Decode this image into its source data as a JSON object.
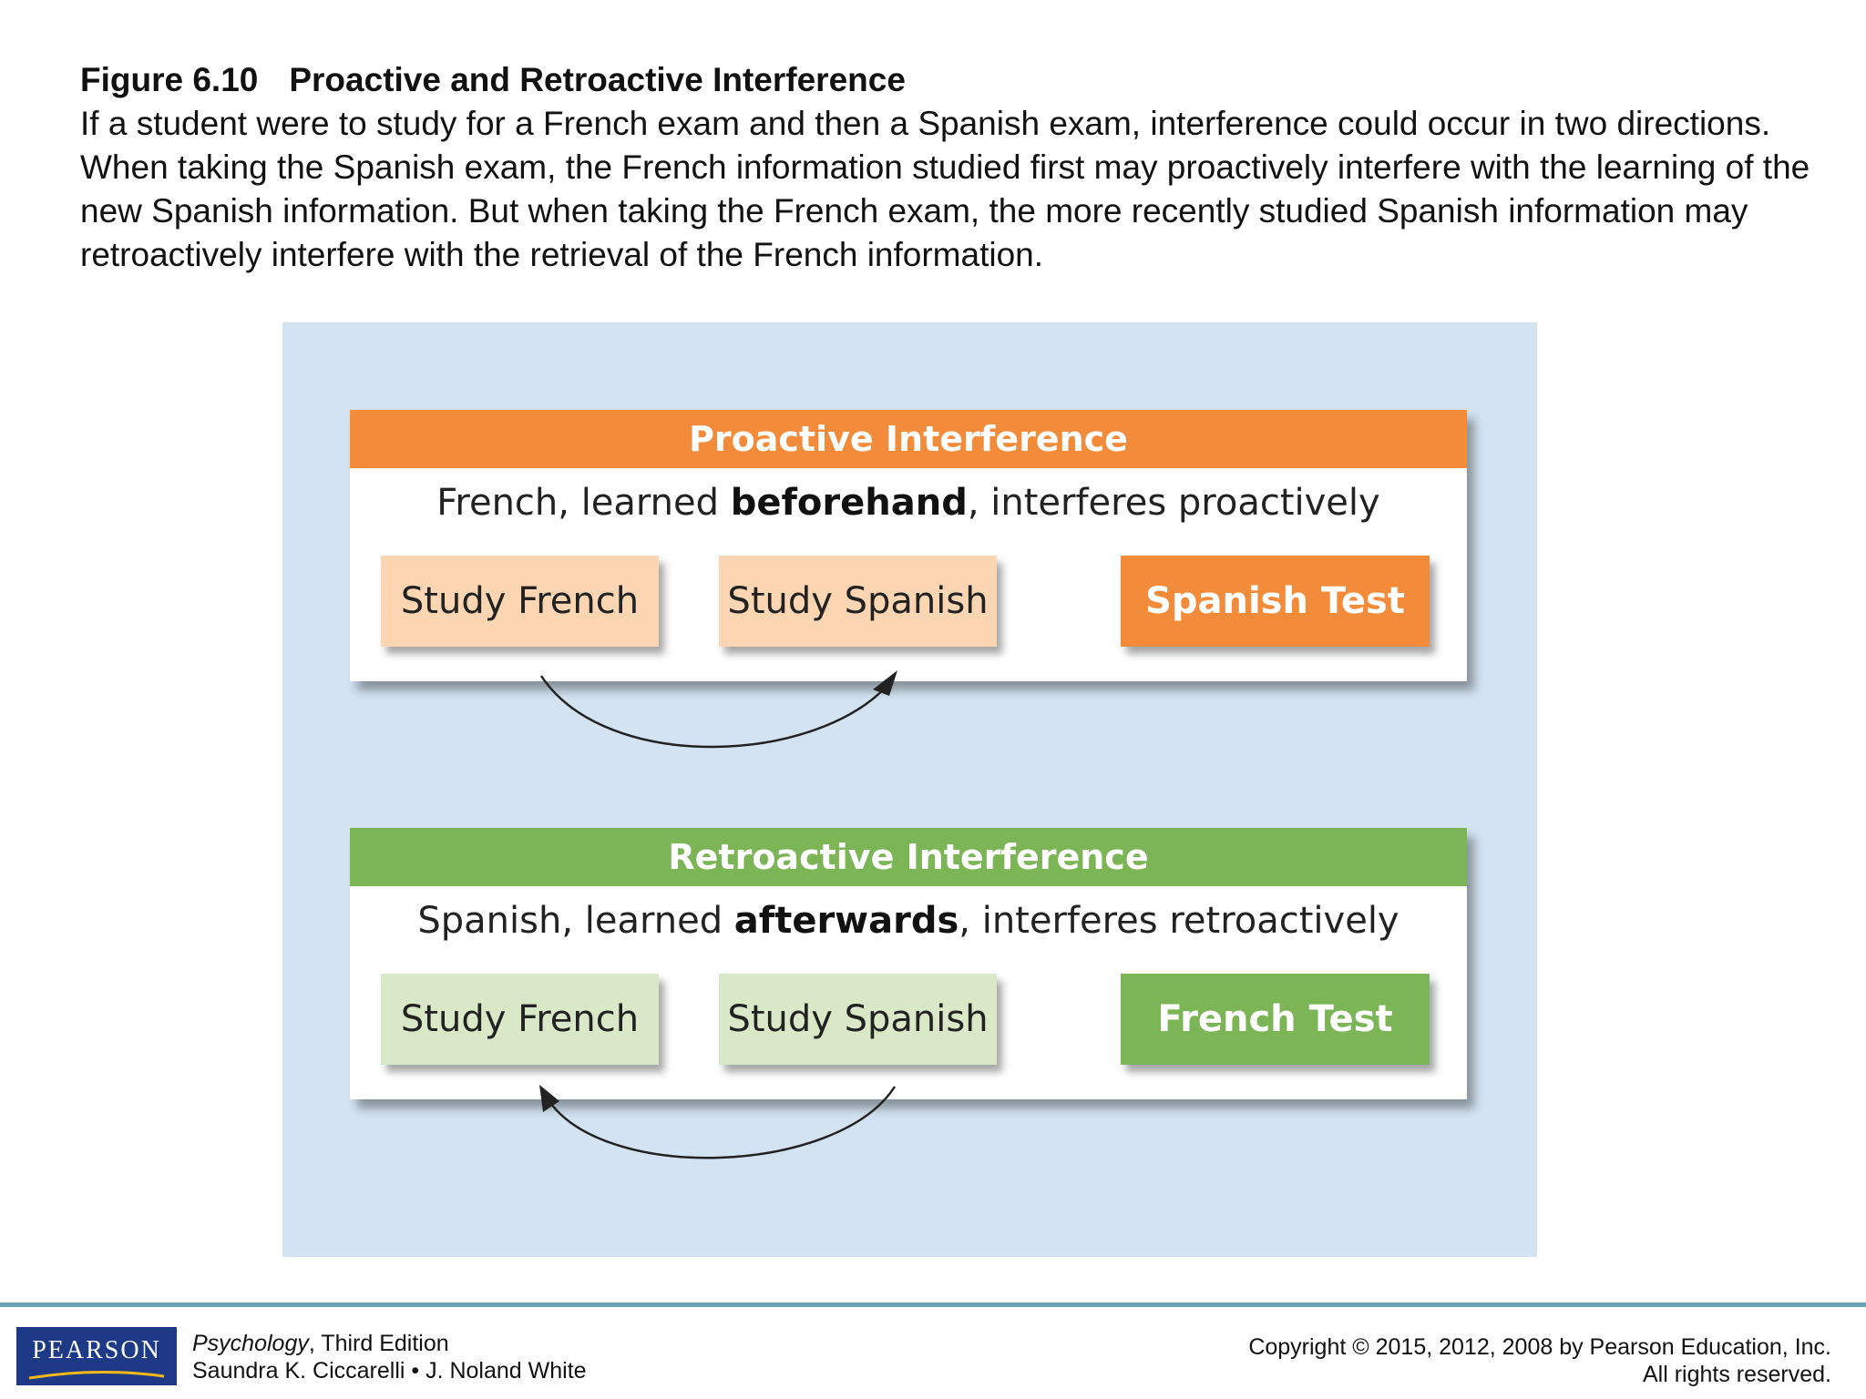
{
  "caption": {
    "figure_number": "Figure 6.10",
    "figure_title": "Proactive and Retroactive Interference",
    "text": "If a student were to study for a French exam and then a Spanish exam, interference could occur in two directions. When taking the Spanish exam, the French information studied first may proactively interfere with the learning of the new Spanish information. But when taking the French exam, the more recently studied Spanish information may retroactively interfere with the retrieval of the French information."
  },
  "proactive": {
    "title": "Proactive Interference",
    "sub_before": "French, learned ",
    "sub_bold": "beforehand",
    "sub_after": ", interferes proactively",
    "steps": [
      "Study French",
      "Study Spanish",
      "Spanish Test"
    ],
    "accent_color": "#f28c3b"
  },
  "retroactive": {
    "title": "Retroactive Interference",
    "sub_before": "Spanish, learned ",
    "sub_bold": "afterwards",
    "sub_after": ", interferes retroactively",
    "steps": [
      "Study French",
      "Study Spanish",
      "French Test"
    ],
    "accent_color": "#7cb556"
  },
  "footer": {
    "logo_text": "PEARSON",
    "book_title": "Psychology",
    "book_edition": ", Third Edition",
    "authors": "Saundra K. Ciccarelli • J. Noland White",
    "copyright_line1": "Copyright © 2015, 2012, 2008 by Pearson Education, Inc.",
    "copyright_line2": "All rights reserved."
  }
}
